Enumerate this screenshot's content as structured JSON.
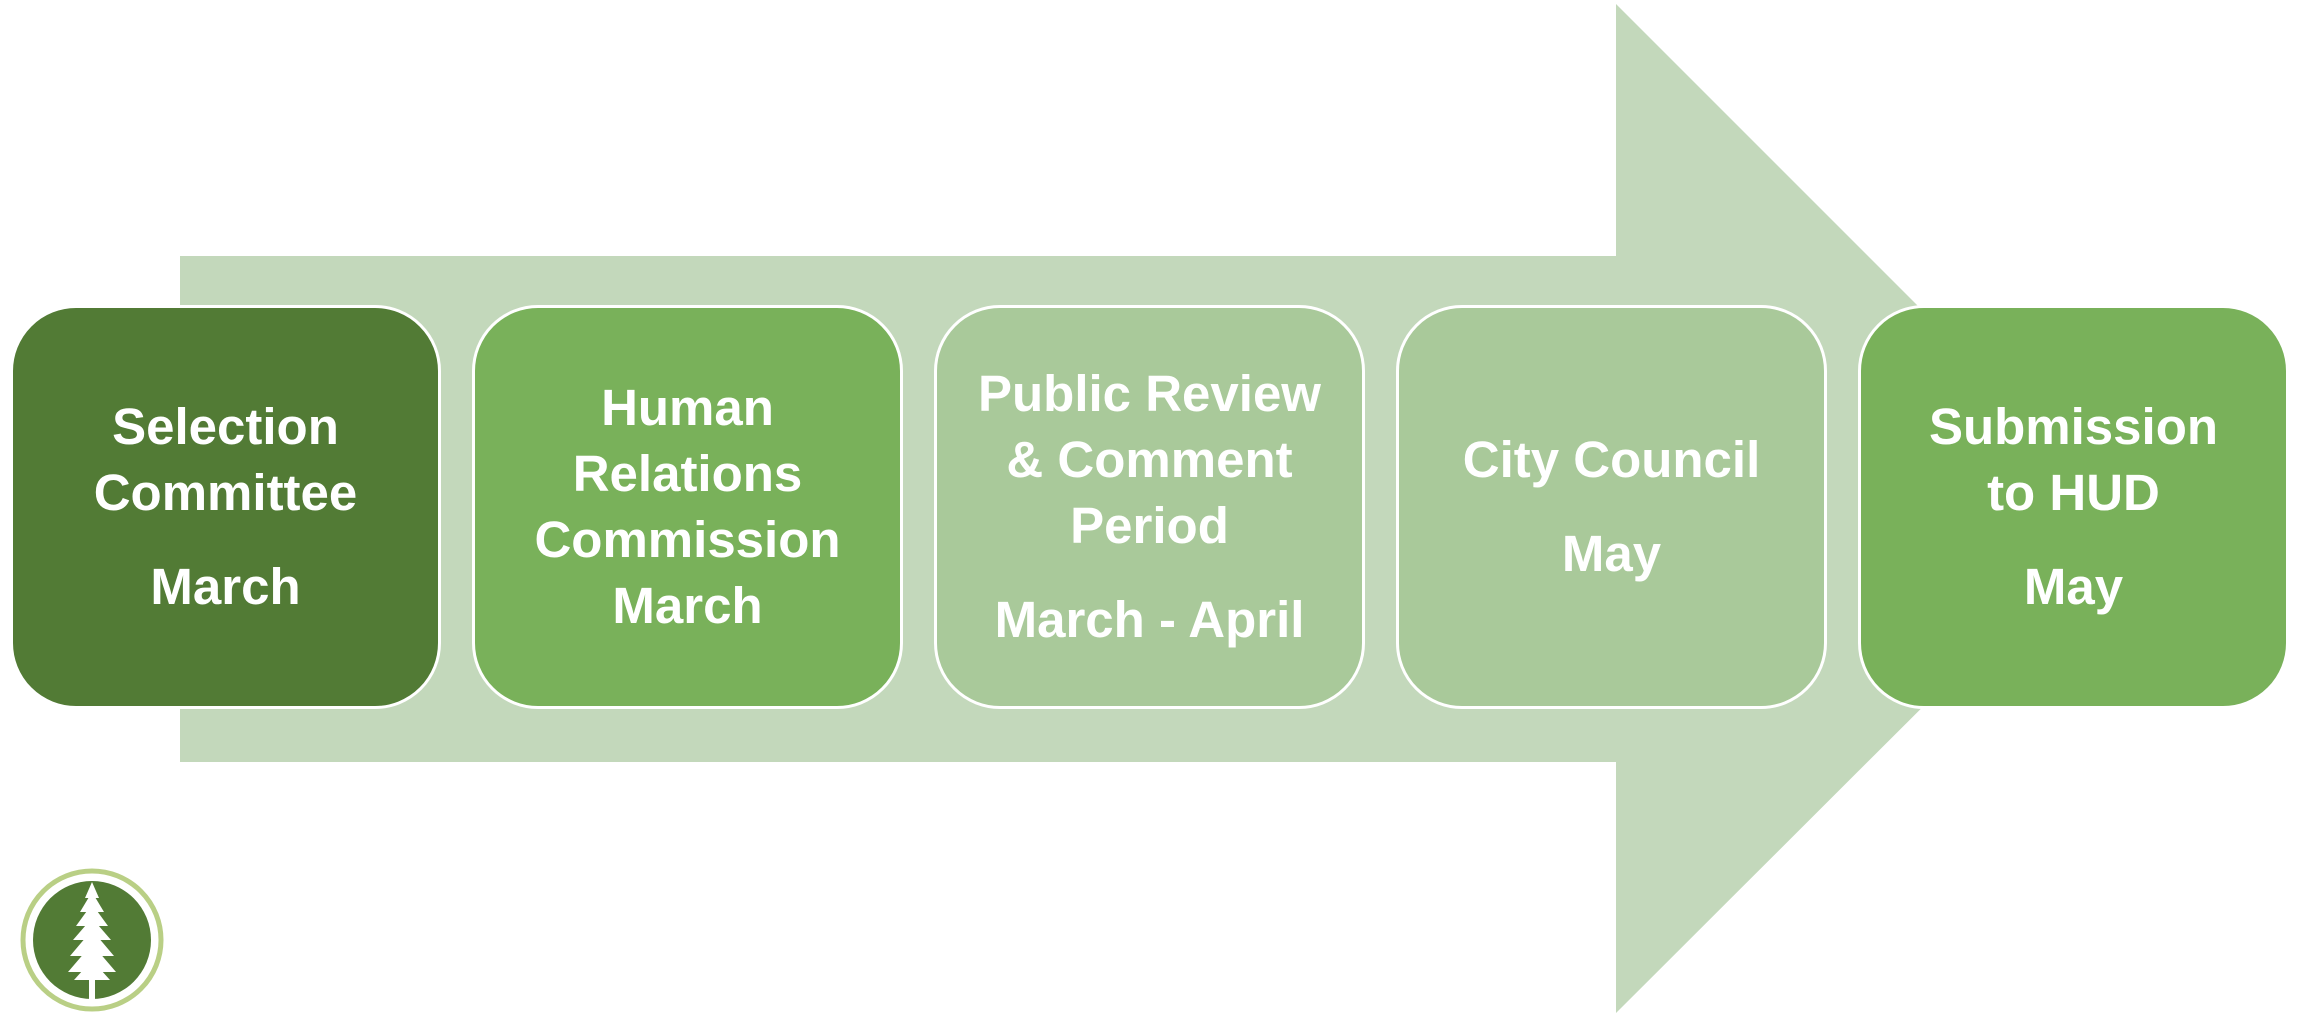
{
  "steps": [
    {
      "title": "Selection\nCommittee",
      "date": "March",
      "color": "#527b35"
    },
    {
      "title": "Human\nRelations\nCommission",
      "date": "March",
      "color": "#79b15a"
    },
    {
      "title": "Public Review\n& Comment\nPeriod",
      "date": "March - April",
      "color": "#a9c99a"
    },
    {
      "title": "City Council",
      "date": "May",
      "color": "#a9c99a"
    },
    {
      "title": "Submission\nto HUD",
      "date": "May",
      "color": "#79b15a"
    }
  ],
  "colors": {
    "arrow": "#c3d8bb",
    "logo_outer_ring": "#b9cf85",
    "logo_disc": "#527b35",
    "tree": "#ffffff"
  },
  "logo": {
    "icon": "pine-tree-icon"
  }
}
